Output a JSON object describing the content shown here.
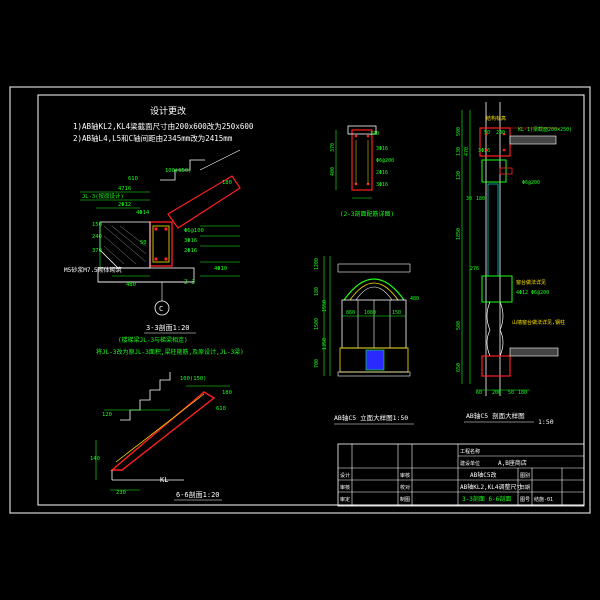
{
  "notes": {
    "title": "设计更改",
    "line1": "1)AB轴KL2,KL4梁截面尺寸由200x600改为250x600",
    "line2": "2)AB轴L4,L5和C轴间距由2345mm改为2415mm"
  },
  "section33": {
    "labels": {
      "d4716": "4716",
      "d610": "610",
      "d100150": "100(150)",
      "d180": "180",
      "jl3": "JL-3(按原设计)",
      "d2q12": "2Φ12",
      "d4q14": "4Φ14",
      "d6q100": "Φ6@100",
      "d3q16": "3Φ16",
      "d2q16": "2Φ16",
      "d240": "240",
      "d370": "370",
      "d150": "150",
      "d50": "50",
      "m5": "M5砂浆M7.5砌体砌筑",
      "d480": "480",
      "z3": "Z-3",
      "d4650": "4Φ10",
      "circle": "C"
    },
    "title": "3-3剖面1:20",
    "note1": "(楼梯梁JL-3与梯梁相连)",
    "note2": "将JL-3改为原JL-3面积,梁柱箍筋,及原设计,JL-3梁)"
  },
  "section66": {
    "labels": {
      "d100150": "100(150)",
      "d120": "120",
      "d610": "610",
      "d180": "180",
      "d140": "140",
      "d230": "230",
      "kl": "KL"
    },
    "title": "6-6剖面1:20"
  },
  "section22": {
    "labels": {
      "d370": "370",
      "d400": "400",
      "d370b": "370",
      "d376": "3Φ16",
      "d6q": "Φ6@200",
      "d2q": "2Φ16",
      "d3q": "3Φ16"
    },
    "title": "(2-3剖面配筋详图)"
  },
  "elevation": {
    "labels": {
      "d1200": "1200",
      "d860": "860",
      "d1080": "1080",
      "d150": "150",
      "d180": "180",
      "d1500": "1500",
      "d1350": "1350",
      "d700": "700",
      "d1550": "1550",
      "d480": "480"
    },
    "title": "AB轴C5 立面大样图1:50"
  },
  "wallSection": {
    "labels": {
      "kl": "KL-1(梁截面200x250)",
      "top": "结构标高",
      "d50": "50",
      "d280": "280",
      "d376": "3Φ16",
      "d768200": "Φ6@200",
      "d30": "30",
      "d180": "180",
      "d130": "130",
      "d120": "120",
      "d590": "590",
      "d470": "470",
      "d276": "276",
      "d4q12": "4Φ12 Φ6@200",
      "d_shuibo": "窗台做法详见",
      "d_jianzhu": "山墙窗台做法详见,钢柱",
      "d1850": "1850",
      "d580": "580",
      "d650": "650",
      "d60": "60",
      "d200": "200",
      "d50b": "50",
      "d180b": "180"
    },
    "title": "AB轴C5 剖面大样图",
    "scale": "1:50"
  },
  "titleBlock": {
    "cells": {
      "r1c1": "工程名称",
      "r2c1": "建设单位",
      "r2c2": "A,B座商店",
      "r3c1": "设计",
      "r3c2": "审核",
      "r3c3": "AB轴C5改",
      "r4c1": "审核",
      "r4c2": "校对",
      "r4c3": "AB轴KL2,KL4调整尺寸",
      "r5c1": "审定",
      "r5c2": "制图",
      "r5c3": "3-3剖面 6-6剖面",
      "r5c4": "图号",
      "r5c5": "结施-01",
      "dwg": "图别",
      "date": "日期"
    }
  }
}
